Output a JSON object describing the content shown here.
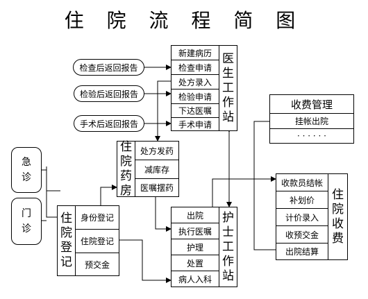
{
  "title": "住 院 流 程 简 图",
  "doctor_station": {
    "label": [
      "医",
      "生",
      "工",
      "作",
      "站"
    ],
    "items": [
      "新建病历",
      "检查申请",
      "处方录入",
      "检验申请",
      "下达医嘱",
      "手术申请"
    ]
  },
  "reports": [
    "检查后返回报告",
    "检验后返回报告",
    "手术后返回报告"
  ],
  "billing_mgmt": {
    "title": "收费管理",
    "items": [
      "挂帐出院",
      "· · · · · ·"
    ]
  },
  "pharmacy": {
    "label": [
      "住",
      "院",
      "药",
      "房"
    ],
    "items": [
      "处方发药",
      "减库存",
      "医嘱摆药"
    ]
  },
  "emergency": [
    "急",
    "诊"
  ],
  "outpatient": [
    "门",
    "诊"
  ],
  "registration": {
    "label": [
      "住",
      "院",
      "登",
      "记"
    ],
    "items": [
      "身份登记",
      "住院登记",
      "预交金"
    ]
  },
  "nurse_station": {
    "label": [
      "护",
      "士",
      "工",
      "作",
      "站"
    ],
    "items": [
      "出院",
      "执行医嘱",
      "护理",
      "处置",
      "病人入科"
    ]
  },
  "billing": {
    "label": [
      "住",
      "院",
      "收",
      "费"
    ],
    "items": [
      "收款员结帐",
      "补划价",
      "计价录入",
      "收预交金",
      "出院结算"
    ]
  }
}
